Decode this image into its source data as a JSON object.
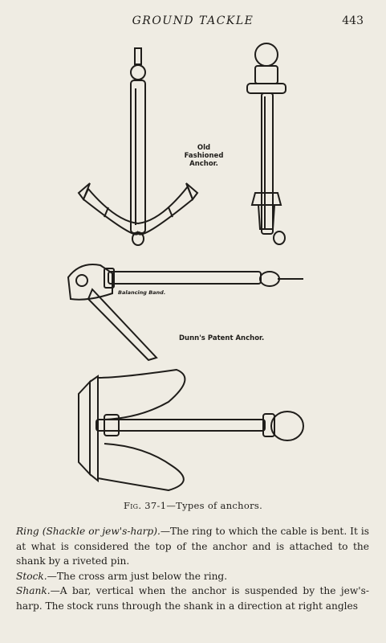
{
  "header": {
    "title": "GROUND TACKLE",
    "page_number": "443"
  },
  "figure": {
    "label_old": [
      "Old Fashioned",
      "Anchor."
    ],
    "label_balancing": "Balancing Band.",
    "label_dunn": "Dunn's Patent Anchor."
  },
  "caption": {
    "fig": "Fig. 37-1",
    "text": "—Types of anchors."
  },
  "body": {
    "ring_term": "Ring (Shackle or jew's-harp).",
    "ring_text": "—The ring to which the cable is bent. It is at what is considered the top of the anchor and is attached to the shank by a riveted pin.",
    "stock_term": "Stock.",
    "stock_text": "—The cross arm just below the ring.",
    "shank_term": "Shank.",
    "shank_text": "—A bar, vertical when the anchor is suspended by the jew's-harp. The stock runs through the shank in a direction at right angles"
  }
}
